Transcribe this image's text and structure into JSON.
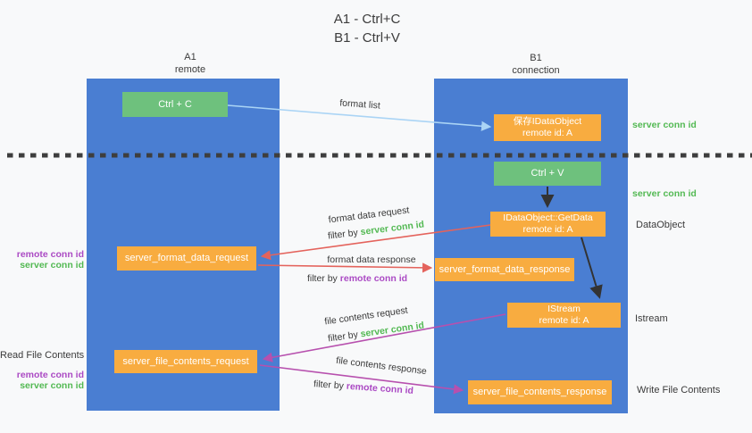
{
  "title": {
    "line1": "A1 - Ctrl+C",
    "line2": "B1 - Ctrl+V"
  },
  "lanes": {
    "a1": {
      "title": "A1",
      "subtitle": "remote"
    },
    "b1": {
      "title": "B1",
      "subtitle": "connection"
    }
  },
  "nodes": {
    "ctrl_c": {
      "label": "Ctrl + C"
    },
    "ctrl_v": {
      "label": "Ctrl + V"
    },
    "save_idataobject": {
      "line1": "保存IDataObject",
      "line2": "remote id: A"
    },
    "idataobject_getdata": {
      "line1": "IDataObject::GetData",
      "line2": "remote id: A"
    },
    "istream": {
      "line1": "IStream",
      "line2": "remote id: A"
    },
    "server_format_data_request": {
      "label": "server_format_data_request"
    },
    "server_format_data_response": {
      "label": "server_format_data_response"
    },
    "server_file_contents_request": {
      "label": "server_file_contents_request"
    },
    "server_file_contents_response": {
      "label": "server_file_contents_response"
    }
  },
  "edge_labels": {
    "format_list": "format list",
    "format_data_request": "format data request",
    "format_data_response": "format data response",
    "file_contents_request": "file contents request",
    "file_contents_response": "file contents response",
    "filter_by": "filter by",
    "server_conn_id": "server conn id",
    "remote_conn_id": "remote conn id"
  },
  "side_labels": {
    "server_conn_id": "server conn id",
    "remote_conn_id": "remote conn id",
    "dataobject": "DataObject",
    "istream": "Istream",
    "read_file_contents": "Read File Contents",
    "write_file_contents": "Write File Contents"
  },
  "colors": {
    "lane_blue": "#4a7ed2",
    "box_green": "#6ec17d",
    "box_orange": "#f8ac40",
    "text_green": "#53b953",
    "text_purple": "#ab4ac4",
    "arrow_red": "#e4635c",
    "arrow_magenta": "#b750ae",
    "arrow_light_blue": "#aad4f5",
    "arrow_black": "#333333",
    "dotted_line": "#3e3e3e"
  }
}
